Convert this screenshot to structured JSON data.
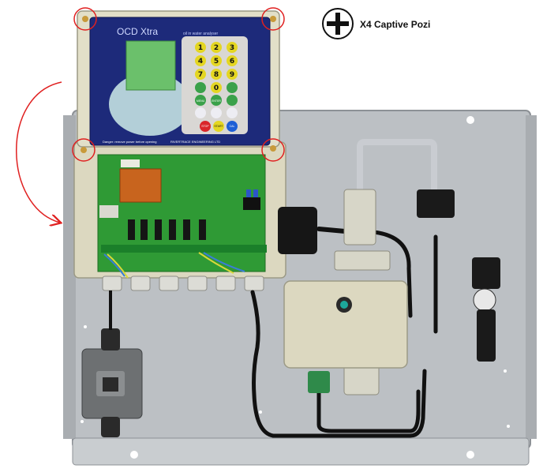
{
  "legend": {
    "icon": "pozidriv-screw-icon",
    "label": "X4 Captive Pozi"
  },
  "analyser": {
    "brand": "OCD Xtra",
    "subtitle": "oil in water analyser",
    "warning": "Danger: remove power before opening",
    "maker": "RIVERTRACE ENGINEERING LTD",
    "keypad": [
      "1",
      "2",
      "3",
      "4",
      "5",
      "6",
      "7",
      "8",
      "9",
      "",
      "0",
      ""
    ],
    "func_keys": [
      "MENU",
      "ENTER",
      "",
      "",
      "",
      ""
    ],
    "bottom_keys": [
      "STOP",
      "START",
      "CAL"
    ]
  },
  "colors": {
    "panel": "#b8bcc0",
    "enclosure": "#e2dfc8",
    "faceplate": "#1d2a7a",
    "pcb": "#3aa83a",
    "callout": "#e02020",
    "arrow": "#e02020"
  }
}
